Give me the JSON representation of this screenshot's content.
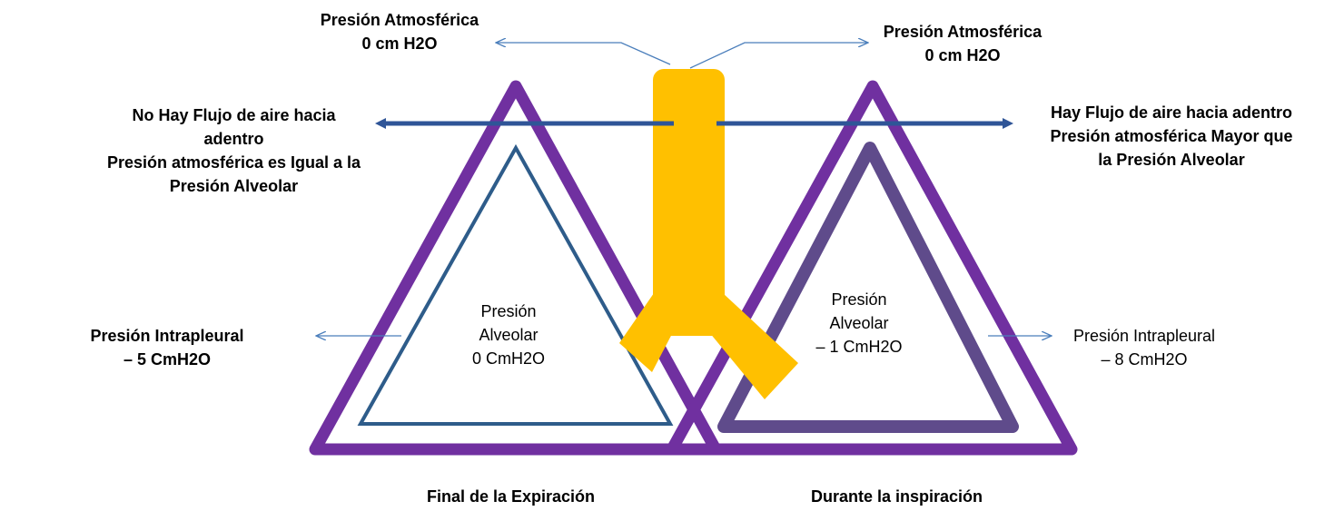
{
  "labels": {
    "atm_left": [
      "Presión Atmosférica",
      "0 cm H2O"
    ],
    "atm_right": [
      "Presión Atmosférica",
      "0 cm H2O"
    ],
    "flow_left": [
      "No Hay Flujo de aire hacia",
      "adentro",
      "Presión atmosférica es Igual a la",
      "Presión Alveolar"
    ],
    "flow_right": [
      "Hay Flujo de aire hacia adentro",
      "Presión atmosférica Mayor que",
      "la Presión Alveolar"
    ],
    "alv_left": [
      "Presión",
      "Alveolar",
      "0 CmH2O"
    ],
    "alv_right": [
      "Presión",
      "Alveolar",
      "– 1 CmH2O"
    ],
    "pleural_left": [
      "Presión Intrapleural",
      "– 5 CmH2O"
    ],
    "pleural_right": [
      "Presión Intrapleural",
      "– 8 CmH2O"
    ],
    "caption_left": "Final de la Expiración",
    "caption_right": "Durante la inspiración"
  },
  "colors": {
    "pleura": "#7030A0",
    "alveolus_left": "#2E5C8A",
    "alveolus_right": "#5F4B8B",
    "airway": "#FFC000",
    "flow_arrow": "#2F5597",
    "pointer_arrow": "#4A7EBB"
  }
}
